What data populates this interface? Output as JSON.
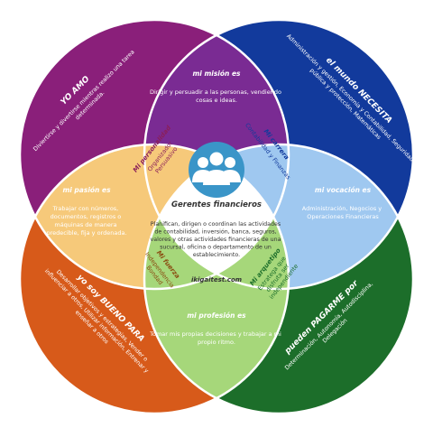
{
  "colors": {
    "purple": "#8a1f7a",
    "blue": "#123a9c",
    "orange": "#d75a1a",
    "green": "#1c6e2a",
    "pink": "#f3a7cc",
    "light_blue": "#9fc8f0",
    "yellow": "#f6c97a",
    "light_green": "#a6d77a",
    "icon": "#3a95c8",
    "center": "#ffffff"
  },
  "center": {
    "title": "Gerentes financieros",
    "description": "Planifican, dirigen o coordinan las actividades de contabilidad, inversión, banca, seguros, valores y otras actividades financieras de una sucursal, oficina o departamento de un establecimiento.",
    "website": "ikigaitest.com",
    "icon": "people-group-icon"
  },
  "outer": {
    "love": {
      "title": "YO AMO",
      "text": "Diviertirse y divertirse mientras realizo una tarea determinada."
    },
    "world": {
      "title": "el mundo NECESITA",
      "text": "Administración y gestión, Economía y Contabilidad, Seguridad pública y protección, Matemáticas"
    },
    "good": {
      "title": "yo soy BUENO PARA",
      "text": "Desarrollar objetivos y estrategias, Vender o influenciar a otros, Utilizar información, Entrenar y enseñar a otros"
    },
    "paid": {
      "title": "pueden PAGARME por",
      "text": "Determinación, Autonomía, Autodisciplina, Delegación"
    }
  },
  "petals": {
    "mission": {
      "title": "mi misión es",
      "text": "Dirigir y persuadir a las personas, vendiendo cosas e ideas."
    },
    "passion": {
      "title": "mi pasión es",
      "text": "Trabajar con números, documentos, registros o máquinas de manera predecible, fija y ordenada."
    },
    "vocation": {
      "title": "mi vocación es",
      "text": "Administración, Negocios y Operaciones Financieras"
    },
    "profession": {
      "title": "mi profesión es",
      "text": "Tomar mis propias decisiones y trabajar a mi propio ritmo."
    }
  },
  "inner": {
    "personality": {
      "title": "Mi personalidad",
      "text": "Organizador Persuasivo"
    },
    "career": {
      "title": "Mi carrera",
      "text": "Contabilidad y Finanzas"
    },
    "strength": {
      "title": "Mi fuerza",
      "text": "Independencia Bondad"
    },
    "archetype": {
      "title": "Mi arquetipo",
      "text": "Estratega que disfruta ser independiente"
    }
  }
}
